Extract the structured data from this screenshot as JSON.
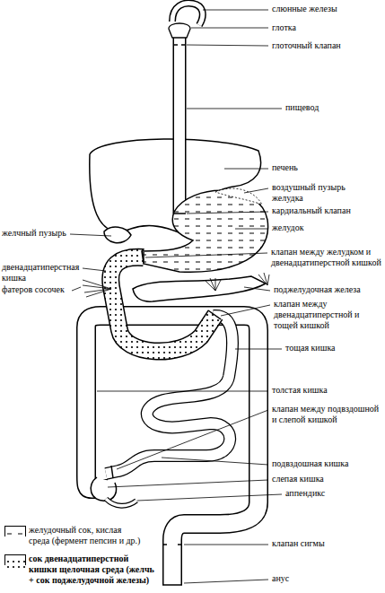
{
  "diagram": {
    "labels": [
      "слюнные железы",
      "глотка",
      "глоточный клапан",
      "пищевод",
      "печень",
      "воздушный пузырь желудка",
      "кардиальный клапан",
      "желудок",
      "желчный пузырь",
      "клапан между желудком и двенадцатиперстной кишкой",
      "двенадцатиперстная кишка",
      "фатеров сосочек",
      "поджелудочная железа",
      "клапан между двенадцатиперстной и тощей кишкой",
      "тощая кишка",
      "толстая кишка",
      "клапан между подвздошной и слепой кишкой",
      "подвздошная кишка",
      "слепая кишка",
      "аппендикс",
      "клапан сигмы",
      "анус"
    ],
    "legend": [
      {
        "text": "желудочный сок, кислая среда (фермент пепсин и др.)"
      },
      {
        "text": "сок двенадцатиперстной кишки щелочная среда (желчь + сок поджелудочной железы)"
      }
    ]
  }
}
